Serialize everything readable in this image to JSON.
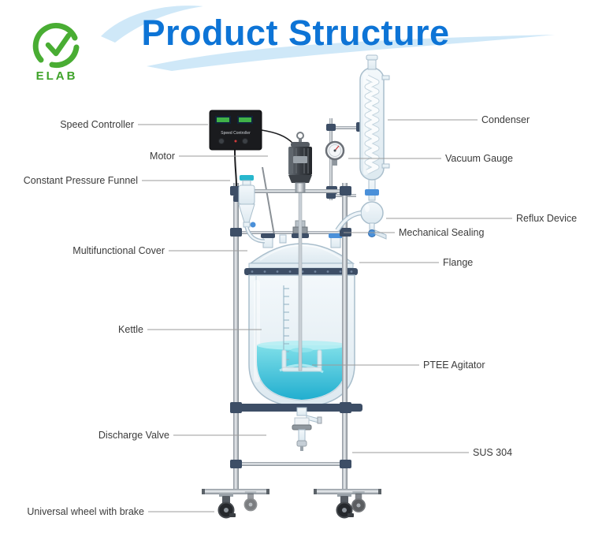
{
  "header": {
    "title": "Product Structure",
    "logo": {
      "text": "ELAB"
    }
  },
  "equipment": {
    "controller_box_text": "Speed Controller"
  },
  "labels": {
    "left": [
      {
        "text": "Speed Controller"
      },
      {
        "text": "Motor"
      },
      {
        "text": "Constant Pressure Funnel"
      },
      {
        "text": "Multifunctional Cover"
      },
      {
        "text": "Kettle"
      },
      {
        "text": "Discharge Valve"
      },
      {
        "text": "Universal wheel with brake"
      }
    ],
    "right": [
      {
        "text": "Condenser"
      },
      {
        "text": "Vacuum Gauge"
      },
      {
        "text": "Reflux Device"
      },
      {
        "text": "Mechanical Sealing"
      },
      {
        "text": "Flange"
      },
      {
        "text": "PTEE Agitator"
      },
      {
        "text": "SUS 304"
      }
    ]
  },
  "colors": {
    "title_blue": "#0d74d6",
    "swoosh_blue": "#cfe8f8",
    "logo_green": "#49ad33",
    "liquid_teal": "#2ab4d4",
    "frame_navy": "#3d4e66",
    "steel_gray": "#b9c2c9"
  }
}
